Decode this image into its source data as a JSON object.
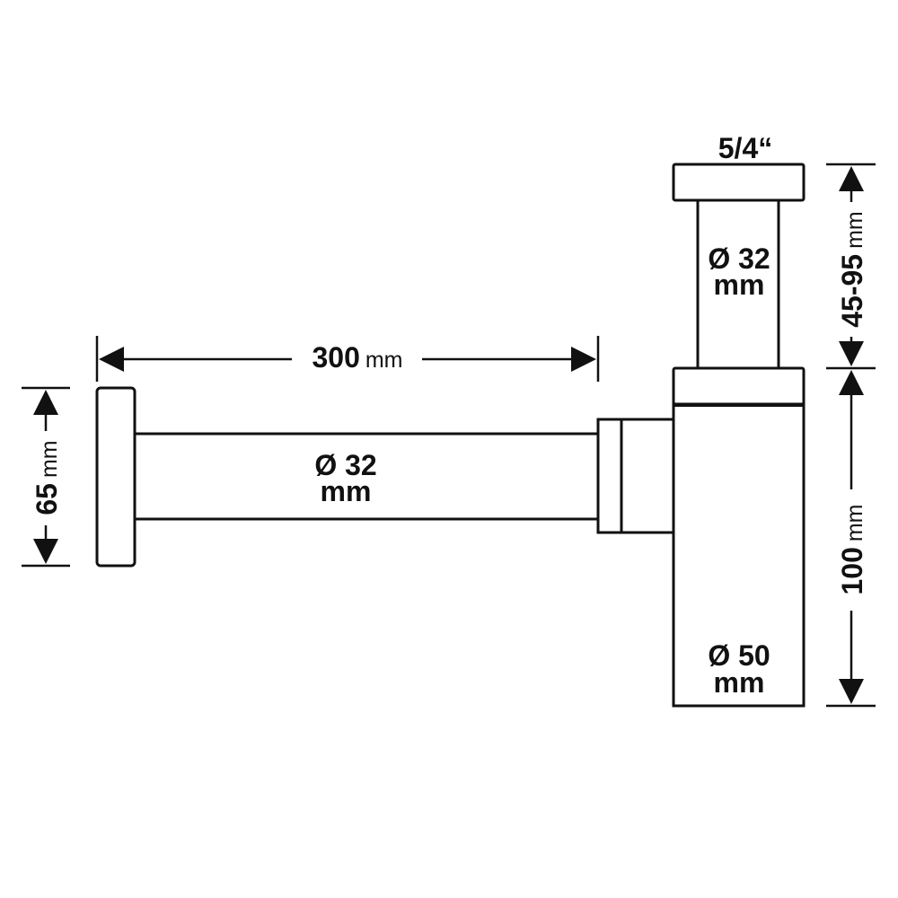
{
  "labels": {
    "thread_size": "5/4“",
    "upper_pipe_dia_value": "Ø 32",
    "upper_pipe_dia_unit": "mm",
    "horizontal_pipe_dia_value": "Ø 32",
    "horizontal_pipe_dia_unit": "mm",
    "body_dia_value": "Ø 50",
    "body_dia_unit": "mm"
  },
  "dimensions": {
    "horizontal_length": {
      "value": "300",
      "unit": "mm"
    },
    "wall_flange_height": {
      "value": "65",
      "unit": "mm"
    },
    "upper_height": {
      "value": "45-95",
      "unit": "mm"
    },
    "body_height": {
      "value": "100",
      "unit": "mm"
    }
  }
}
